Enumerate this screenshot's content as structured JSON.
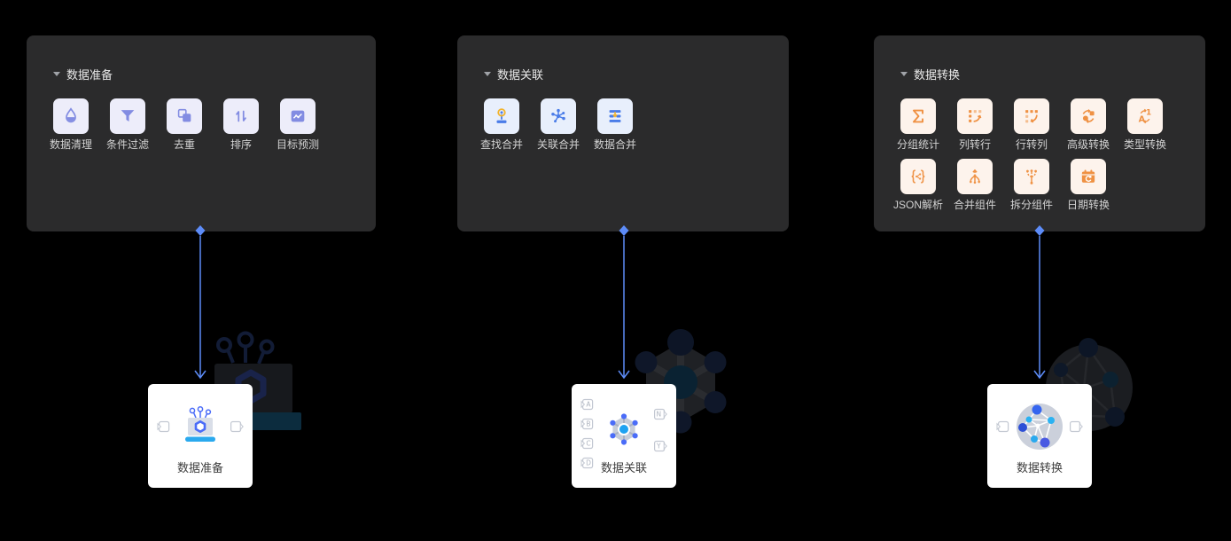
{
  "colors": {
    "canvas_bg": "#000000",
    "panel_bg": "#2b2b2c",
    "arrow_blue": "#5d8cf8",
    "card_bg": "#ffffff",
    "accent_yellow": "#f2b32b",
    "node_icon_blue": "#4a6cf8",
    "node_icon_cyan": "#2aa9ee"
  },
  "panels": [
    {
      "title": "数据准备",
      "theme": {
        "tile_bg": "#ededfa",
        "icon_color": "#828ce2"
      },
      "tools": [
        {
          "label": "数据清理",
          "icon": "droplet-icon"
        },
        {
          "label": "条件过滤",
          "icon": "filter-icon"
        },
        {
          "label": "去重",
          "icon": "dedupe-icon"
        },
        {
          "label": "排序",
          "icon": "sort-icon"
        },
        {
          "label": "目标预测",
          "icon": "forecast-chart-icon"
        }
      ]
    },
    {
      "title": "数据关联",
      "theme": {
        "tile_bg": "#e8effc",
        "icon_color": "#4a7ce8",
        "accent": "#f2b32b"
      },
      "tools": [
        {
          "label": "查找合并",
          "icon": "lookup-merge-icon"
        },
        {
          "label": "关联合并",
          "icon": "relation-merge-icon"
        },
        {
          "label": "数据合并",
          "icon": "data-merge-icon"
        }
      ]
    },
    {
      "title": "数据转换",
      "theme": {
        "tile_bg": "#fdf3ec",
        "icon_color": "#ef9143",
        "accent": "#f2b32b"
      },
      "tools": [
        {
          "label": "分组统计",
          "icon": "sigma-icon"
        },
        {
          "label": "列转行",
          "icon": "col-to-row-icon"
        },
        {
          "label": "行转列",
          "icon": "row-to-col-icon"
        },
        {
          "label": "高级转换",
          "icon": "advanced-transform-icon"
        },
        {
          "label": "类型转换",
          "icon": "type-convert-icon"
        },
        {
          "label": "JSON解析",
          "icon": "json-parse-icon"
        },
        {
          "label": "合并组件",
          "icon": "merge-component-icon"
        },
        {
          "label": "拆分组件",
          "icon": "split-component-icon"
        },
        {
          "label": "日期转换",
          "icon": "date-convert-icon"
        }
      ]
    }
  ],
  "nodes": [
    {
      "label": "数据准备",
      "icon": "prepare-node-icon",
      "inputs": [
        ""
      ],
      "outputs": [
        ""
      ]
    },
    {
      "label": "数据关联",
      "icon": "relation-node-icon",
      "inputs": [
        "A",
        "B",
        "C",
        "D"
      ],
      "outputs": [
        "N",
        "Y"
      ]
    },
    {
      "label": "数据转换",
      "icon": "transform-node-icon",
      "inputs": [
        ""
      ],
      "outputs": [
        ""
      ]
    }
  ]
}
